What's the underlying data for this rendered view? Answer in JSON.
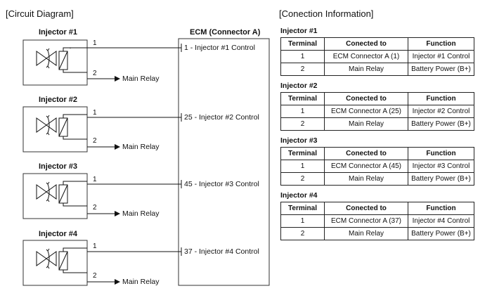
{
  "circuit": {
    "section_title": "[Circuit Diagram]",
    "ecm_title": "ECM (Connector A)",
    "injectors": [
      {
        "title": "Injector #1",
        "pin1": "1",
        "pin2": "2",
        "relay_label": "Main Relay",
        "ecm_pin_label": "1 - Injector #1 Control"
      },
      {
        "title": "Injector #2",
        "pin1": "1",
        "pin2": "2",
        "relay_label": "Main Relay",
        "ecm_pin_label": "25 - Injector #2 Control"
      },
      {
        "title": "Injector #3",
        "pin1": "1",
        "pin2": "2",
        "relay_label": "Main Relay",
        "ecm_pin_label": "45 - Injector #3 Control"
      },
      {
        "title": "Injector #4",
        "pin1": "1",
        "pin2": "2",
        "relay_label": "Main Relay",
        "ecm_pin_label": "37 - Injector #4 Control"
      }
    ]
  },
  "connection": {
    "section_title": "[Conection Information]",
    "headers": [
      "Terminal",
      "Conected to",
      "Function"
    ],
    "tables": [
      {
        "title": "Injector #1",
        "rows": [
          [
            "1",
            "ECM Connector A (1)",
            "Injector #1 Control"
          ],
          [
            "2",
            "Main Relay",
            "Battery Power (B+)"
          ]
        ]
      },
      {
        "title": "Injector #2",
        "rows": [
          [
            "1",
            "ECM Connector A (25)",
            "Injector #2 Control"
          ],
          [
            "2",
            "Main Relay",
            "Battery Power (B+)"
          ]
        ]
      },
      {
        "title": "Injector #3",
        "rows": [
          [
            "1",
            "ECM Connector A (45)",
            "Injector #3 Control"
          ],
          [
            "2",
            "Main Relay",
            "Battery Power (B+)"
          ]
        ]
      },
      {
        "title": "Injector #4",
        "rows": [
          [
            "1",
            "ECM Connector A (37)",
            "Injector #4 Control"
          ],
          [
            "2",
            "Main Relay",
            "Battery Power (B+)"
          ]
        ]
      }
    ]
  }
}
